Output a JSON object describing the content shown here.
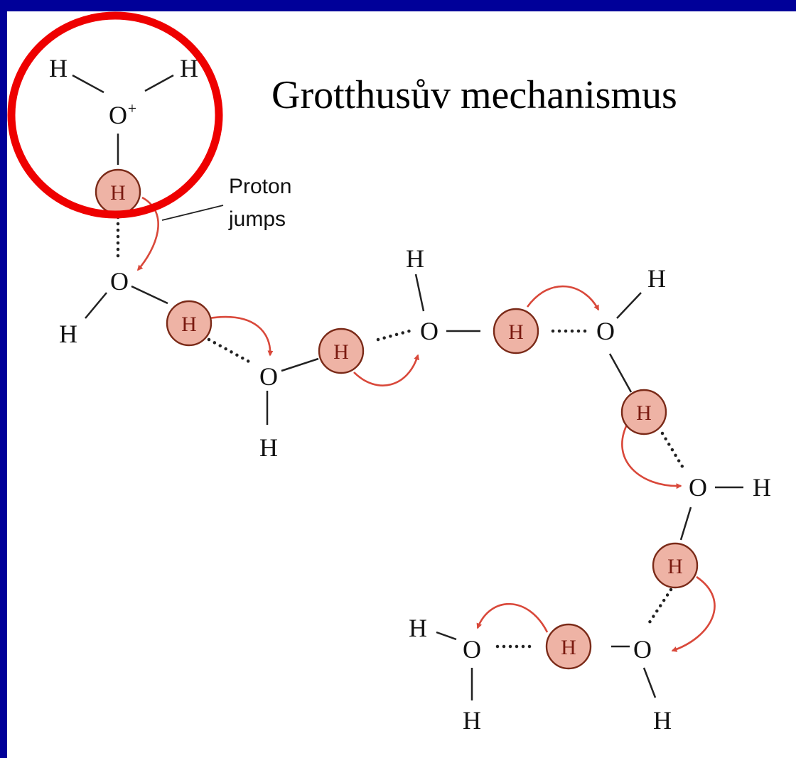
{
  "title": "Grotthusův mechanismus",
  "annotation": {
    "line1": "Proton",
    "line2": "jumps"
  },
  "symbols": {
    "hydrogen": "H",
    "oxygen": "O",
    "charge": "+"
  },
  "colors": {
    "slide_background": "#000099",
    "highlight_circle": "#ee0000",
    "proton_fill": "#eeb3a5",
    "arrow": "#d9483a"
  }
}
